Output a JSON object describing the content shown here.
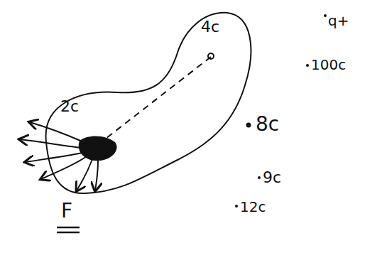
{
  "diagram": {
    "nodes": [
      {
        "text": [
          "4c",
          "2c"
        ]
      }
    ],
    "labels": [
      "F",
      "q+",
      "100c",
      "8c",
      "9c",
      "12c"
    ]
  }
}
